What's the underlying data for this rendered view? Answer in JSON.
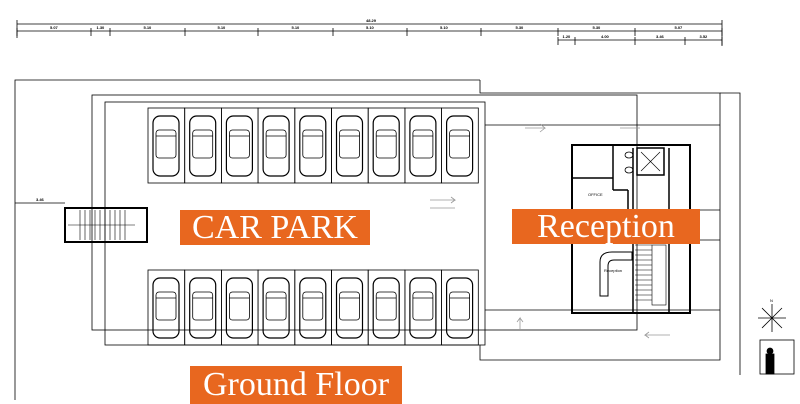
{
  "labels": {
    "car_park": "CAR PARK",
    "reception": "Reception",
    "ground_floor": "Ground Floor",
    "office": "OFFICE",
    "reception_desk": "Reception",
    "north": "N"
  },
  "dimensions": {
    "total": "48.29",
    "top_row": [
      "5.07",
      "1.30",
      "5.10",
      "5.10",
      "5.10",
      "5.10",
      "5.10",
      "5.30",
      "5.30",
      "5.07"
    ],
    "second_row": [
      "1.20",
      "4.00",
      "3.46",
      "3.52"
    ],
    "left_offset": "3.46"
  },
  "parking": {
    "top_row_spaces": 9,
    "bottom_row_spaces": 9
  },
  "colors": {
    "label_bg": "#e8671f",
    "line": "#000000"
  }
}
